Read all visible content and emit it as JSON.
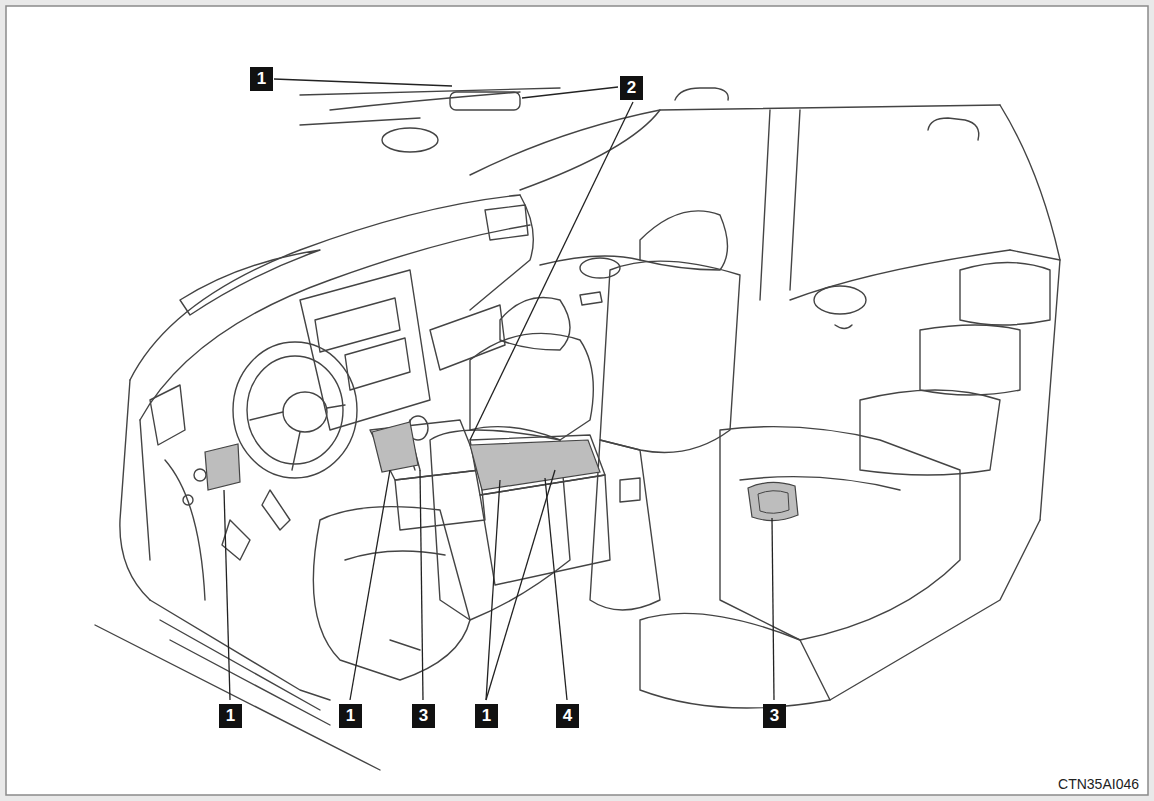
{
  "diagram": {
    "labels": [
      "1",
      "2",
      "1",
      "1",
      "3",
      "1",
      "4",
      "3",
      "CTN35AI046"
    ]
  }
}
